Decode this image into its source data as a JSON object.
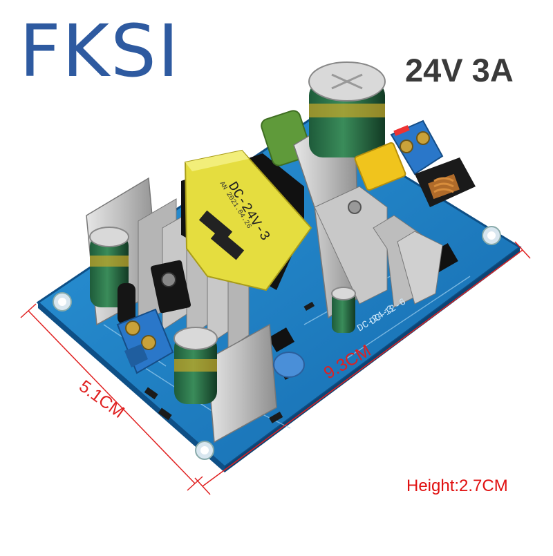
{
  "brand": {
    "logo_text": "FKSI",
    "color": "#2e5aa0"
  },
  "product": {
    "spec": "24V 3A",
    "height_note": "Height:2.7CM",
    "width_label": "9.3CM",
    "depth_label": "5.1CM"
  },
  "board": {
    "transformer_text": "DC-24V-3",
    "transformer_date": "AN 2021.04.26",
    "silk_model": "DC-24-3",
    "silk_alt": "DC-12-6",
    "colors": {
      "pcb": "#1a7fc4",
      "heatsink": "#c9c9c9",
      "transformer": "#e8e04a",
      "terminal": "#2a77c9",
      "dimension": "#e02020"
    }
  }
}
